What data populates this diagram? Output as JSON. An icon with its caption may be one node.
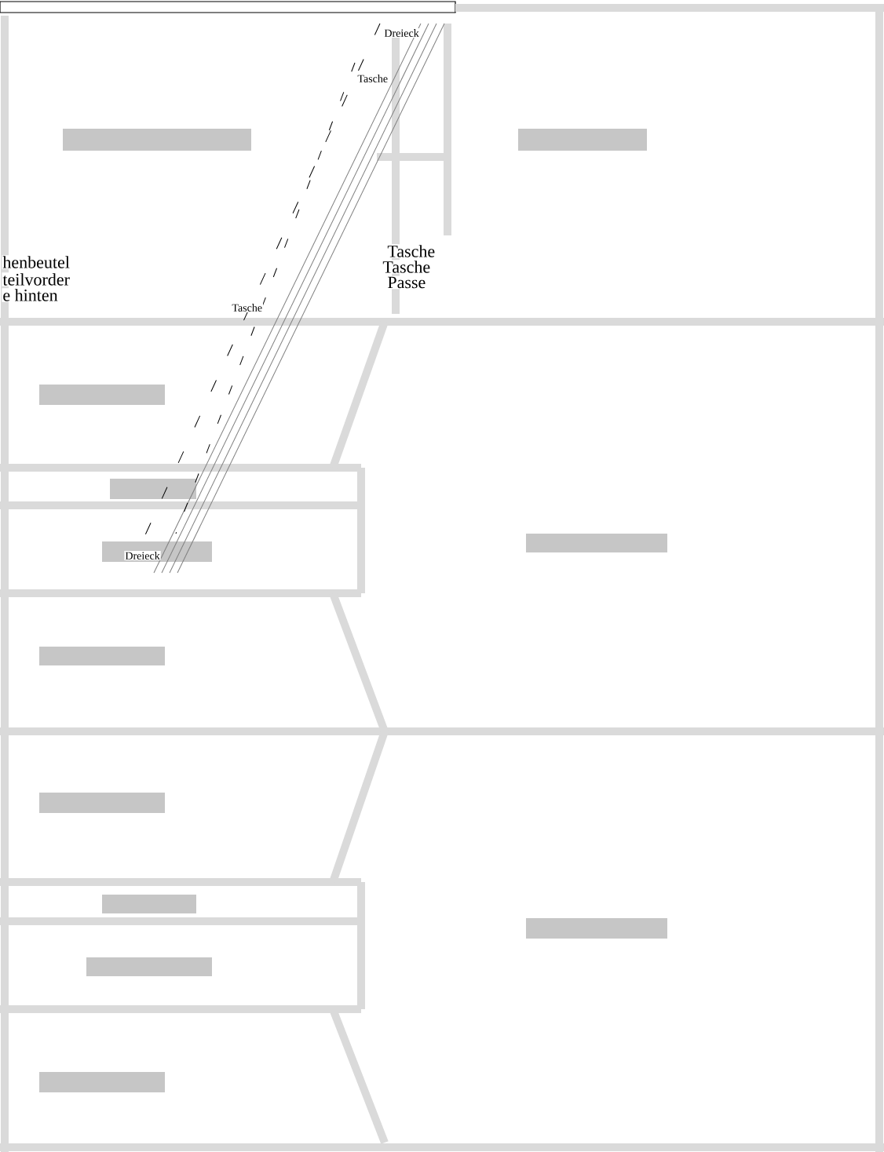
{
  "diagram": {
    "labels": [
      "Dreieck",
      "Tasche",
      "henbeutel",
      "teilvorder",
      "e hinten",
      "Tasche",
      "Tasche",
      "Passe",
      "Tasche",
      "Dreieck"
    ]
  }
}
